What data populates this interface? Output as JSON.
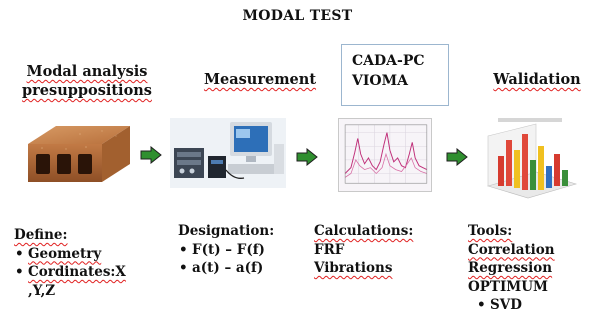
{
  "title": "MODAL TEST",
  "stages": [
    {
      "title_lines": [
        "Modal analysis",
        "presuppositions"
      ]
    },
    {
      "title_lines": [
        "Measurement"
      ]
    },
    {
      "title_lines": [
        "CADA-PC",
        "VIOMA"
      ]
    },
    {
      "title_lines": [
        "Walidation"
      ]
    }
  ],
  "columns": [
    {
      "heading": "Define:",
      "items": [
        "Geometry",
        "Cordinates:X",
        ",Y,Z"
      ]
    },
    {
      "heading": "Designation:",
      "items": [
        "F(t) – F(f)",
        "a(t) – a(f)"
      ]
    },
    {
      "heading": "Calculations:",
      "items": [
        "FRF",
        "Vibrations"
      ]
    },
    {
      "heading": "Tools:",
      "items": [
        "Correlation",
        "Regression",
        "OPTIMUM",
        "SVD"
      ]
    }
  ],
  "icons": [
    "brick-image",
    "measurement-equipment-image",
    "frf-plot-image",
    "bar-chart-3d-image",
    "arrow-right-icon"
  ],
  "colors": {
    "arrow": "#2f8f2f",
    "squiggle": "#e02020",
    "frame": "#9cb6cf"
  }
}
